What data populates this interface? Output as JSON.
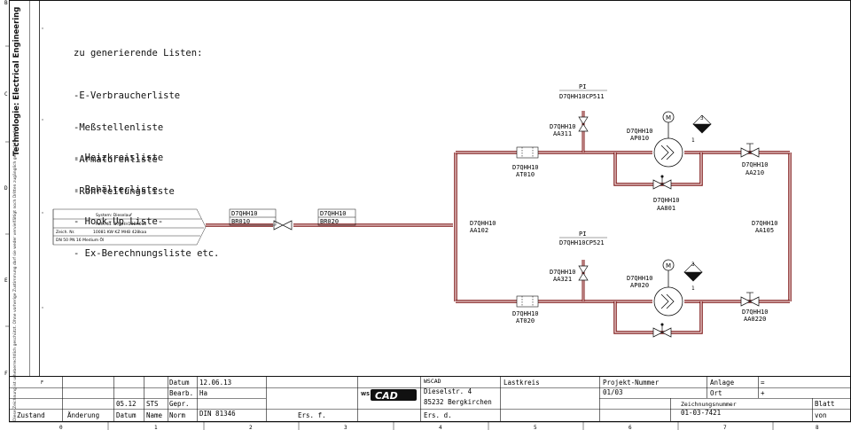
{
  "notes": {
    "heading": "zu generierende Listen:",
    "group1": [
      "-E-Verbraucherliste",
      "-Meßstellenliste",
      "-Armaturenliste",
      "-Rohrleitungsliste"
    ],
    "group2": [
      "- Heizkreisliste",
      "- Behälterliste",
      "- Hook-Up Liste-",
      "- Ex-Berechnungsliste etc."
    ]
  },
  "side": {
    "title": "Technologie: Electrical Engineering",
    "disclaimer": "Diese Zeichnung ist urheberrechtlich geschützt. Ohne vorherige Zustimmung darf sie weder vervielfältigt noch Dritten zugänglich gemacht werden.",
    "row_letters": [
      "B",
      "C",
      "D",
      "E",
      "F"
    ]
  },
  "system_box": {
    "row1": "System: Dieselauf",
    "row2": "Rohr.ltd.  D7QHH10BR010",
    "row3_label": "Zeich. Nr.",
    "row3_value": "10081 KW KZ MHB 428kaa",
    "row4": "DN 50      PN 16      Medium Öl"
  },
  "tags": {
    "br010": [
      "D7QHH10",
      "BR010"
    ],
    "br020": [
      "D7QHH10",
      "BR020"
    ],
    "aa102": [
      "D7QHH10",
      "AA102"
    ],
    "aa105": [
      "D7QHH10",
      "AA105"
    ],
    "pi_top_label": "PI",
    "pi_top": "D7QHH10CP511",
    "pi_bot_label": "PI",
    "pi_bot": "D7QHH10CP521",
    "aa311": [
      "D7QHH10",
      "AA311"
    ],
    "aa321": [
      "D7QHH10",
      "AA321"
    ],
    "ap010": [
      "D7QHH10",
      "AP010"
    ],
    "ap020": [
      "D7QHH10",
      "AP020"
    ],
    "at010": [
      "D7QHH10",
      "AT010"
    ],
    "at020": [
      "D7QHH10",
      "AT020"
    ],
    "aa801": [
      "D7QHH10",
      "AA801"
    ],
    "aa210": [
      "D7QHH10",
      "AA210"
    ],
    "aa220": [
      "D7QHH10",
      "AA0220"
    ],
    "motor": "M",
    "marker_top": [
      "3",
      "1"
    ],
    "marker_bot": [
      "3",
      "1"
    ]
  },
  "title_block": {
    "datum_label": "Datum",
    "datum_value": "12.06.13",
    "bearb_label": "Bearb.",
    "bearb_value": "Ha",
    "gepr_label": "Gepr.",
    "norm_label": "Norm",
    "norm_value": "DIN 81346",
    "rev_date": "05.12",
    "rev_name": "STS",
    "zustand": "Zustand",
    "aenderung": "Änderung",
    "datum_col": "Datum",
    "name_col": "Name",
    "norm_col": "Norm",
    "ers_f": "Ers. f.",
    "ers_d": "Ers. d.",
    "company": "WSCAD",
    "street": "Dieselstr. 4",
    "city": "85232 Bergkirchen",
    "logo_ws": "WS",
    "logo_cad": "CAD",
    "drawing_title": "Lastkreis",
    "projekt_label": "Projekt-Nummer",
    "projekt_value": "01/03",
    "anlage_label": "Anlage",
    "anlage_value": "=",
    "ort_label": "Ort",
    "ort_value": "+",
    "zeich_label": "Zeichnungsnummer",
    "zeich_value": "01-03-7421",
    "blatt_label": "Blatt",
    "von_label": "von",
    "row_mark": "F"
  },
  "ruler": [
    "0",
    "1",
    "2",
    "3",
    "4",
    "5",
    "6",
    "7",
    "8"
  ],
  "colors": {
    "pipe": "#7a1010",
    "pipe_fill": "#f2dede",
    "line": "#111111"
  }
}
